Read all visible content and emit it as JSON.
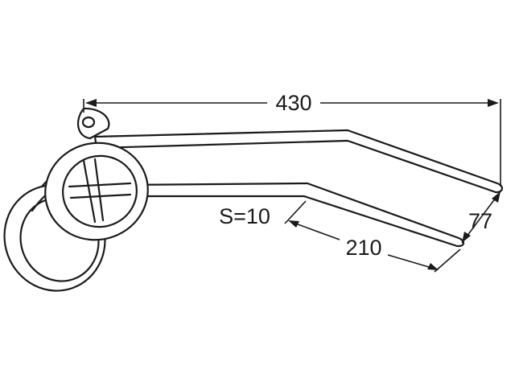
{
  "dimensions": {
    "overall_length": "430",
    "bend_length": "210",
    "offset": "77",
    "thickness": "S=10"
  },
  "colors": {
    "line": "#1a1a1a",
    "background": "#ffffff"
  }
}
